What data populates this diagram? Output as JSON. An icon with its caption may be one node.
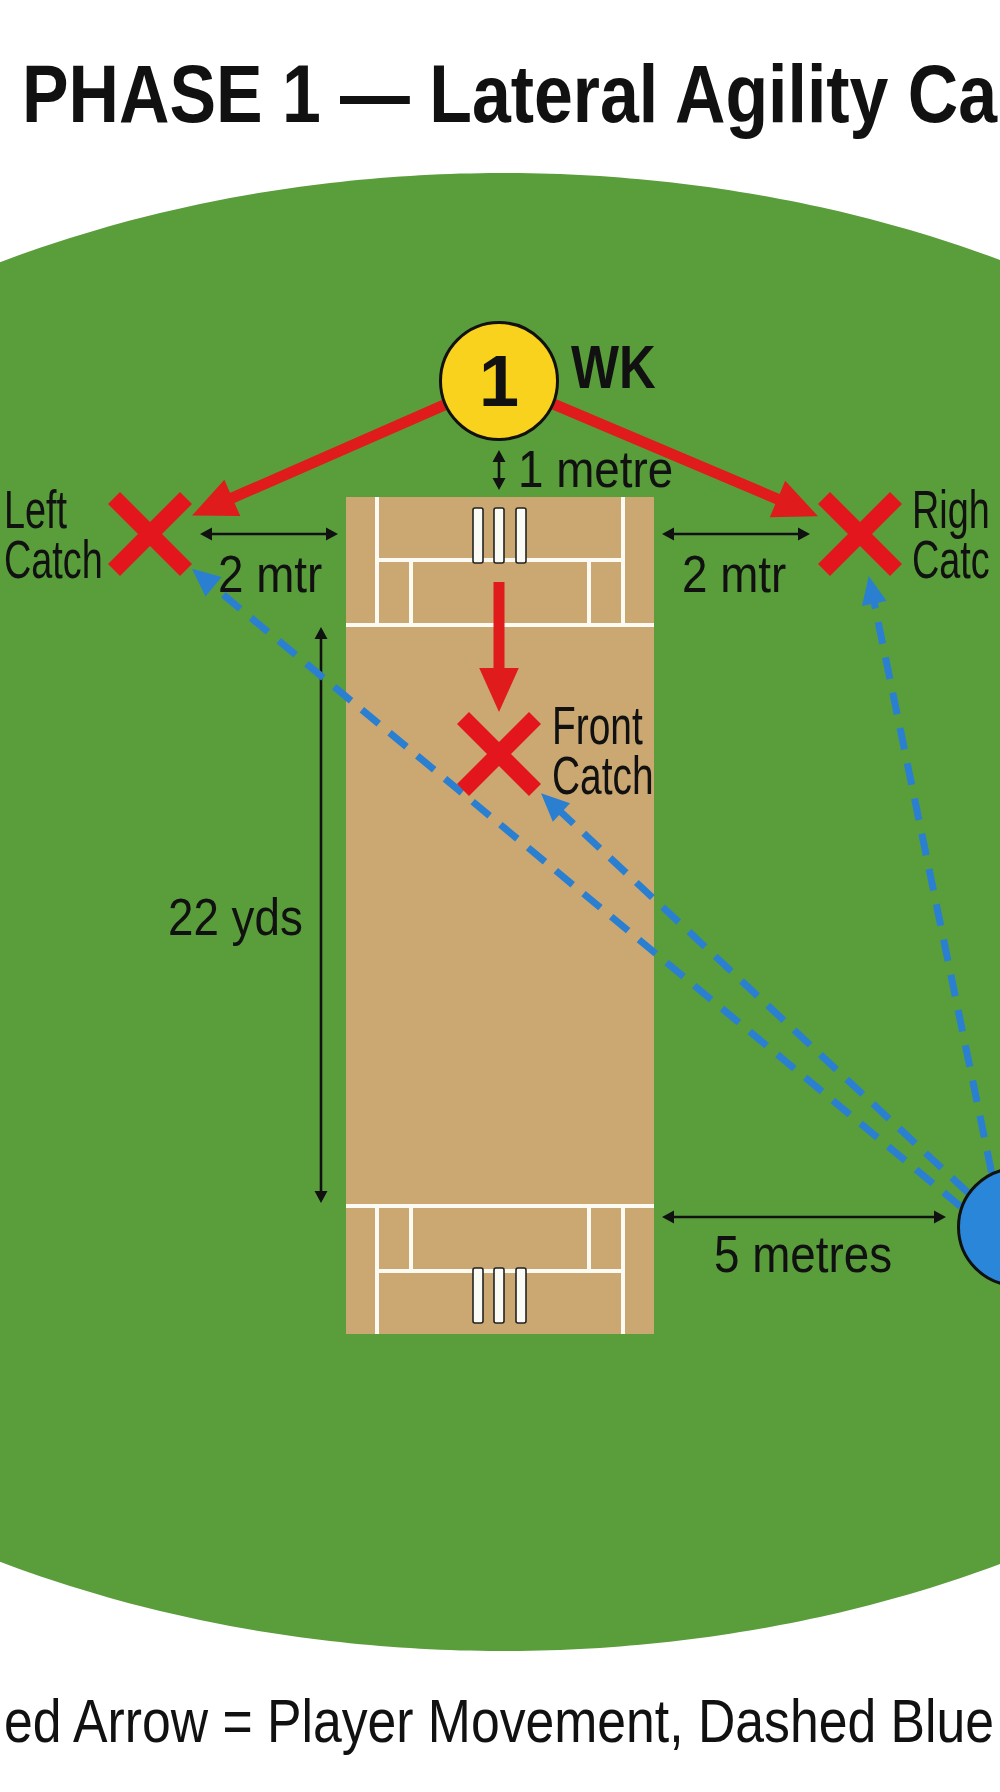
{
  "diagram": {
    "title": "PHASE 1 — Lateral Agility Ca",
    "nodes": [
      {
        "text": [
          "1"
        ],
        "beside": [
          "WK"
        ]
      },
      {
        "text": [],
        "shape": "cross",
        "beside": [
          "Left Catch"
        ]
      },
      {
        "text": [],
        "shape": "cross",
        "beside": [
          "Righ Catc"
        ]
      },
      {
        "text": [],
        "shape": "cross",
        "beside": [
          "Front Catch"
        ]
      },
      {
        "text": [],
        "shape": "circle"
      }
    ],
    "edges": [
      {
        "from": 0,
        "to": 1,
        "arrow": "to",
        "color": "#e01b1b"
      },
      {
        "from": 0,
        "to": 2,
        "arrow": "to",
        "color": "#e01b1b"
      },
      {
        "from": null,
        "to": 3,
        "arrow": "to",
        "color": "#e01b1b"
      },
      {
        "from": 4,
        "to": 1,
        "arrow": "to",
        "style": "dashed",
        "color": "#2b7fd0"
      },
      {
        "from": 4,
        "to": 3,
        "arrow": "to",
        "style": "dashed",
        "color": "#2b7fd0"
      },
      {
        "from": 4,
        "to": 2,
        "arrow": "to",
        "style": "dashed",
        "color": "#2b7fd0"
      }
    ],
    "labels": [
      "1 metre",
      "2 mtr",
      "2 mtr",
      "22 yds",
      "5 metres"
    ],
    "caption": "ed Arrow = Player Movement, Dashed Blue"
  }
}
